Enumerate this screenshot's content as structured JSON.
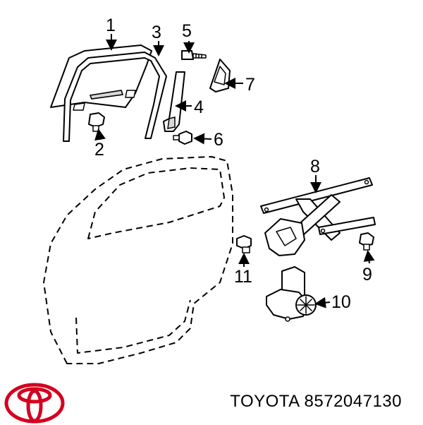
{
  "callouts": {
    "c1": "1",
    "c2": "2",
    "c3": "3",
    "c4": "4",
    "c5": "5",
    "c6": "6",
    "c7": "7",
    "c8": "8",
    "c9": "9",
    "c10": "10",
    "c11": "11"
  },
  "caption": "TOYOTA 8572047130",
  "logo_color": "#d4001f"
}
